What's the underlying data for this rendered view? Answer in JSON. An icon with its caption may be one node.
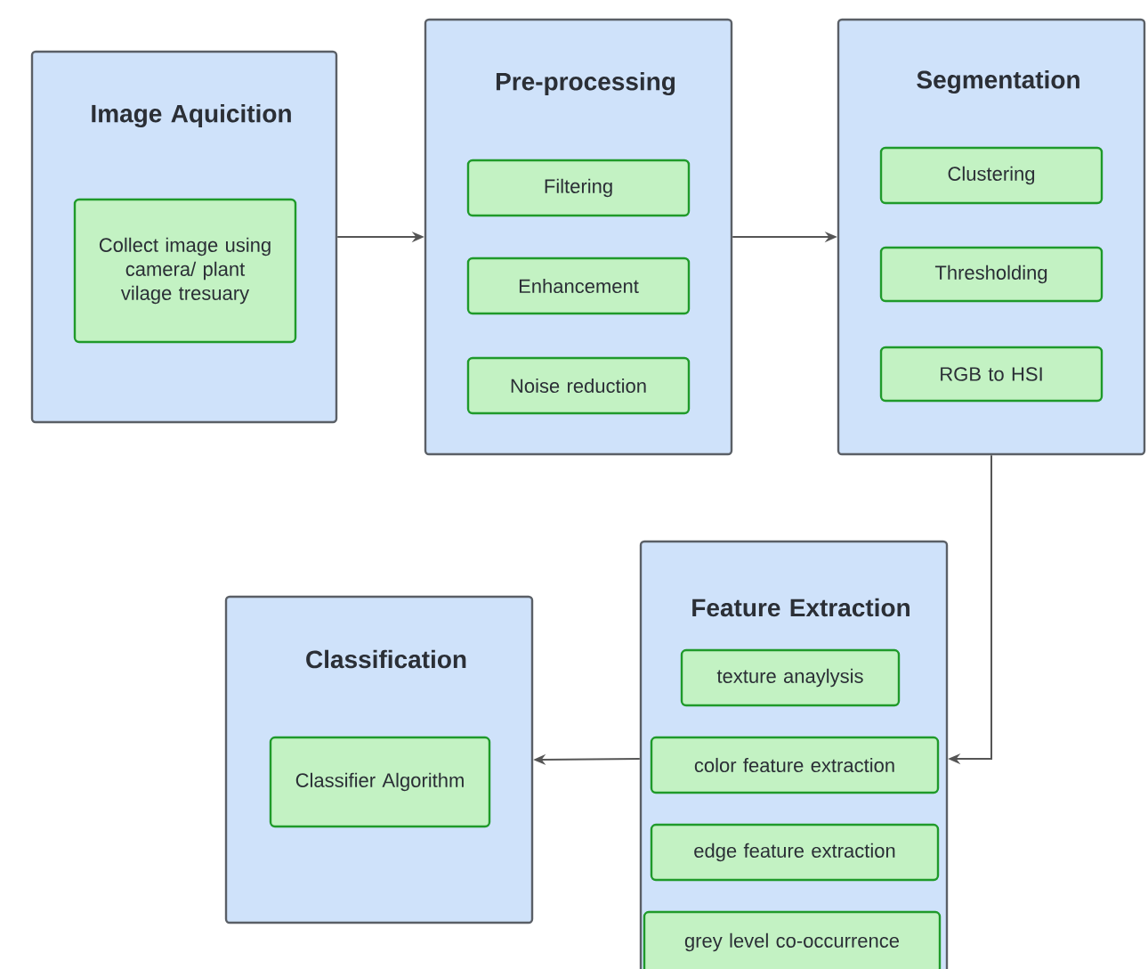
{
  "diagram": {
    "nodes": [
      {
        "text": [
          "Image Aquicition"
        ]
      },
      {
        "text": [
          "Collect image using camera/ plant vilage tresuary"
        ],
        "in": 0
      },
      {
        "text": [
          "Pre-processing"
        ]
      },
      {
        "text": [
          "Filtering"
        ],
        "in": 2
      },
      {
        "text": [
          "Enhancement"
        ],
        "in": 2
      },
      {
        "text": [
          "Noise reduction"
        ],
        "in": 2
      },
      {
        "text": [
          "Segmentation"
        ]
      },
      {
        "text": [
          "Clustering"
        ],
        "in": 6
      },
      {
        "text": [
          "Thresholding"
        ],
        "in": 6
      },
      {
        "text": [
          "RGB to HSI"
        ],
        "in": 6
      },
      {
        "text": [
          "Feature Extraction"
        ]
      },
      {
        "text": [
          "texture anaylysis"
        ],
        "in": 10
      },
      {
        "text": [
          "color feature extraction"
        ],
        "in": 10
      },
      {
        "text": [
          "edge feature extraction"
        ],
        "in": 10
      },
      {
        "text": [
          "grey level co-occurrence"
        ],
        "in": 10
      },
      {
        "text": [
          "Classification"
        ]
      },
      {
        "text": [
          "Classifier Algorithm"
        ],
        "in": 15
      }
    ],
    "edges": [
      {
        "from": 0,
        "to": 2,
        "arrow": "to"
      },
      {
        "from": 2,
        "to": 6,
        "arrow": "to"
      },
      {
        "from": 6,
        "to": 10,
        "arrow": "to"
      },
      {
        "from": 10,
        "to": 15,
        "arrow": "to"
      }
    ]
  }
}
